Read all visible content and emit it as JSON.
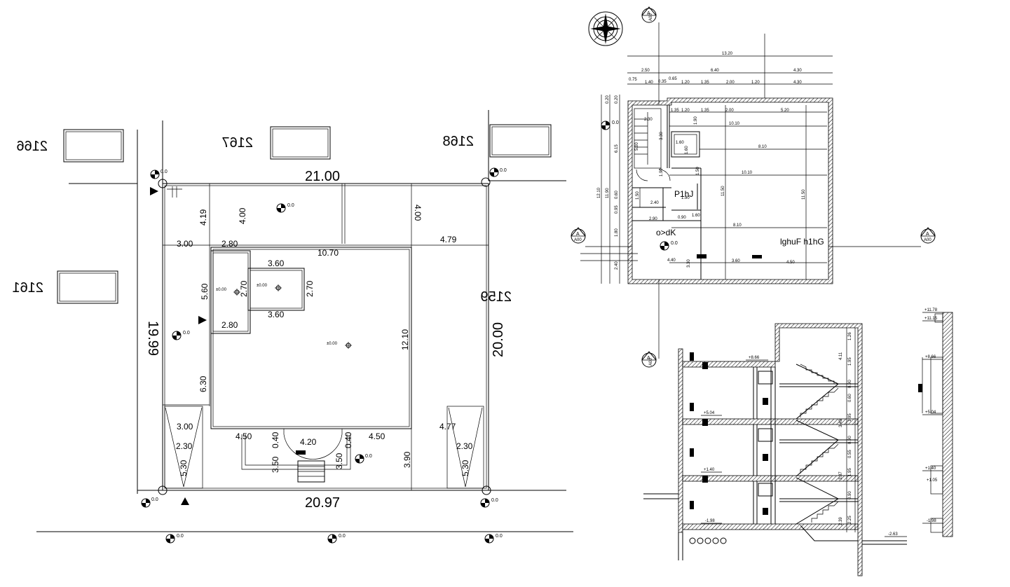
{
  "site_plan": {
    "plot_numbers": {
      "nw": "2166",
      "n": "2167",
      "ne": "2168",
      "w": "2161",
      "e": "2159"
    },
    "top_width": "21.00",
    "bottom_width": "20.97",
    "left_height": "19.99",
    "right_height": "20.00",
    "dims": {
      "top_left_depth": "4.19",
      "top_mid_depth": "4.00",
      "top_right_depth": "4.00",
      "left_strip": "3.00",
      "left_inner": "2.80",
      "main_width": "10.70",
      "right_strip": "4.79",
      "box_w_top": "3.60",
      "box_w_bottom": "3.60",
      "box_h_left": "2.70",
      "box_h_right": "2.70",
      "small_room_h": "5.60",
      "small_room_w": "2.80",
      "main_depth": "12.10",
      "left_lower": "6.30",
      "bottom_left_w": "3.00",
      "bottom_left_inner": "2.30",
      "bottom_left_h": "5.30",
      "bottom_right_w": "4.77",
      "bottom_right_inner": "2.30",
      "bottom_right_h": "5.30",
      "entry_left": "4.50",
      "entry_right": "4.50",
      "entry_w": "4.20",
      "entry_step_l": "0.40",
      "entry_step_r": "0.40",
      "entry_h_l": "3.50",
      "entry_h_r": "3.50",
      "right_lower": "3.90"
    },
    "level_zero": "0.0",
    "level_pm": "±0.00"
  },
  "floor_plan": {
    "overall": "13.20",
    "row1": [
      "2.50",
      "6.40",
      "4.30"
    ],
    "row2": [
      "0.75",
      "1.40",
      "0.35",
      "0.65",
      "1.20",
      "1.35",
      "2.00",
      "1.20",
      "4.30"
    ],
    "inner_top": [
      "1.35",
      "1.20",
      "1.35",
      "2.00",
      "5.20"
    ],
    "left_chain": [
      "12.10",
      "11.90",
      "6.15",
      "0.60",
      "0.95",
      "1.80",
      "2.40",
      "0.20",
      "0.20"
    ],
    "room_dims": {
      "stair_w": "2.30",
      "d1": "10.10",
      "d2": "8.10",
      "d3": "10.10",
      "d4": "11.50",
      "d5": "11.50",
      "d6": "8.10",
      "s1": "1.60",
      "s2": "1.60",
      "s3": "5.00",
      "s4": "2.40",
      "s5": "1.50",
      "s6": "1.50",
      "s7": "1.90",
      "s8": "2.90",
      "s9": "0.90",
      "s10": "1.60",
      "s11": "4.40",
      "s12": "3.60",
      "s13": "4.50",
      "s14": "3.30",
      "s15": "1.90",
      "s16": "1.90",
      "s17": "3.30"
    },
    "mirrored_labels": [
      "lghuF h1hG",
      "o>dK",
      "P1hJ"
    ],
    "section_marker_letter": "A",
    "section_marker_ref": "A00"
  },
  "section": {
    "levels": [
      "+5.04",
      "+1.40",
      "-1.98",
      "-2.63"
    ],
    "top_label": "+8.66",
    "vertical_dims": [
      "1.26",
      "4.11",
      "1.95",
      "0.90",
      "0.60",
      "3.49",
      "1.95",
      "0.90",
      "0.55",
      "3.37",
      "1.95",
      "0.90",
      "2.39",
      "2.25"
    ]
  },
  "elevation": {
    "levels": [
      "+11.78",
      "+11.15",
      "+8.66",
      "+5.04",
      "+1.40",
      "+1.05",
      "-1.98"
    ]
  }
}
